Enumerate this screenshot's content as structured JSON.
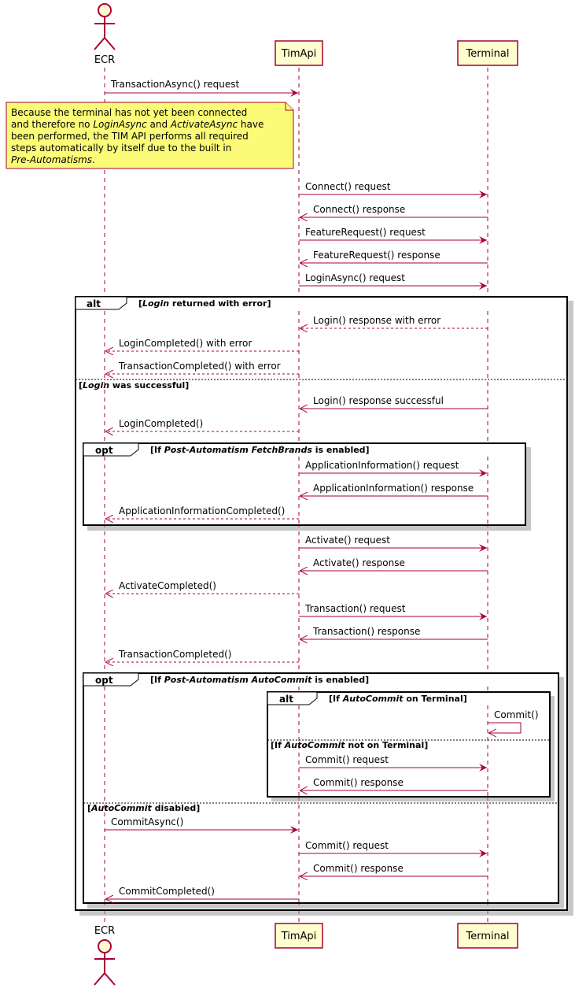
{
  "colors": {
    "arrow": "#A80036",
    "participant_fill": "#FEFECE",
    "note_fill": "#FBFB77",
    "frame_stroke": "#000000"
  },
  "participants": {
    "ecr": "ECR",
    "timapi": "TimApi",
    "terminal": "Terminal"
  },
  "note": {
    "line1": "Because the terminal has not yet been connected",
    "line2_a": "and therefore no ",
    "line2_b": "LoginAsync",
    "line2_c": " and ",
    "line2_d": "ActivateAsync",
    "line2_e": " have",
    "line3": "been performed, the TIM API performs all required",
    "line4": "steps automatically by itself due to the built in",
    "line5_a": "Pre-Automatisms",
    "line5_b": "."
  },
  "messages": {
    "m1": "TransactionAsync() request",
    "m2": "Connect() request",
    "m3": "Connect() response",
    "m4": "FeatureRequest() request",
    "m5": "FeatureRequest() response",
    "m6": "LoginAsync() request",
    "m7": "Login() response with error",
    "m8": "LoginCompleted() with error",
    "m9": "TransactionCompleted() with error",
    "m10": "Login() response successful",
    "m11": "LoginCompleted()",
    "m12": "ApplicationInformation() request",
    "m13": "ApplicationInformation() response",
    "m14": "ApplicationInformationCompleted()",
    "m15": "Activate() request",
    "m16": "Activate() response",
    "m17": "ActivateCompleted()",
    "m18": "Transaction() request",
    "m19": "Transaction() response",
    "m20": "TransactionCompleted()",
    "m21": "Commit()",
    "m22": "Commit() request",
    "m23": "Commit() response",
    "m24": "CommitAsync()",
    "m25": "Commit() request",
    "m26": "Commit() response",
    "m27": "CommitCompleted()"
  },
  "frames": {
    "alt1": {
      "keyword": "alt",
      "g1_open": "[",
      "g1_em": "Login",
      "g1_rest": " returned with error]",
      "g2_open": "[",
      "g2_em": "Login",
      "g2_rest": " was successful]"
    },
    "opt1": {
      "keyword": "opt",
      "g_open": "[If ",
      "g_em": "Post-Automatism FetchBrands",
      "g_rest": " is enabled]"
    },
    "opt2": {
      "keyword": "opt",
      "g_open": "[If ",
      "g_em": "Post-Automatism AutoCommit",
      "g_rest": " is enabled]",
      "g2_open": "[",
      "g2_em": "AutoCommit",
      "g2_rest": " disabled]"
    },
    "alt2": {
      "keyword": "alt",
      "g1_open": "[If ",
      "g1_em": "AutoCommit",
      "g1_rest": " on Terminal]",
      "g2_open": "[If ",
      "g2_em": "AutoCommit",
      "g2_rest": " not on Terminal]"
    }
  }
}
